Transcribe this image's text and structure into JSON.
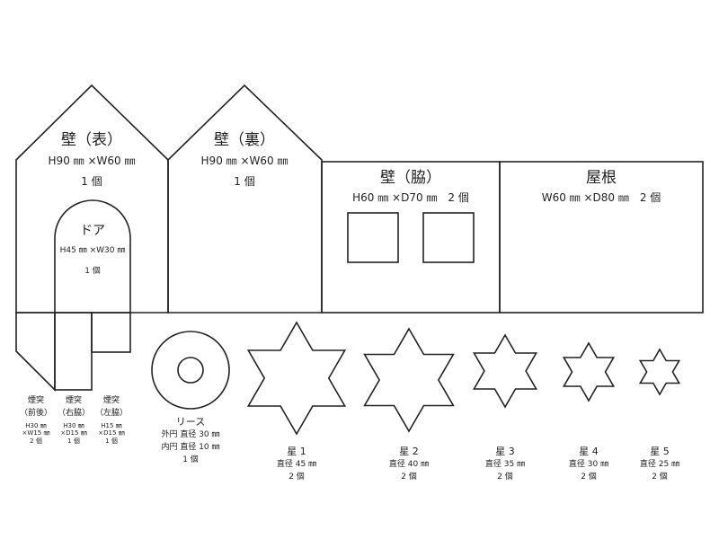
{
  "pieces": {
    "wall_front": {
      "title": "壁（表）",
      "size": "H90 ㎜ ×W60 ㎜",
      "count": "1 個"
    },
    "wall_back": {
      "title": "壁（裏）",
      "size": "H90 ㎜ ×W60 ㎜",
      "count": "1 個"
    },
    "wall_side": {
      "title": "壁（脇）",
      "size": "H60 ㎜ ×D70 ㎜　2 個"
    },
    "roof": {
      "title": "屋根",
      "size": "W60 ㎜ ×D80 ㎜　2 個"
    },
    "door": {
      "title": "ドア",
      "size": "H45 ㎜ ×W30 ㎜",
      "count": "1 個"
    },
    "chimney_front": {
      "title": "煙突",
      "sub": "（前後）",
      "size1": "H30 ㎜",
      "size2": "×W15 ㎜",
      "count": "2 個"
    },
    "chimney_right": {
      "title": "煙突",
      "sub": "（右脇）",
      "size1": "H30 ㎜",
      "size2": "×D15 ㎜",
      "count": "1 個"
    },
    "chimney_left": {
      "title": "煙突",
      "sub": "（左脇）",
      "size1": "H15 ㎜",
      "size2": "×D15 ㎜",
      "count": "1 個"
    },
    "wreath": {
      "title": "リース",
      "outer": "外円 直径 30 ㎜",
      "inner": "内円 直径 10 ㎜",
      "count": "1 個"
    }
  },
  "stars": [
    {
      "title": "星 1",
      "size": "直径 45 ㎜",
      "count": "2 個"
    },
    {
      "title": "星 2",
      "size": "直径 40 ㎜",
      "count": "2 個"
    },
    {
      "title": "星 3",
      "size": "直径 35 ㎜",
      "count": "2 個"
    },
    {
      "title": "星 4",
      "size": "直径 30 ㎜",
      "count": "2 個"
    },
    {
      "title": "星 5",
      "size": "直径 25 ㎜",
      "count": "2 個"
    }
  ]
}
